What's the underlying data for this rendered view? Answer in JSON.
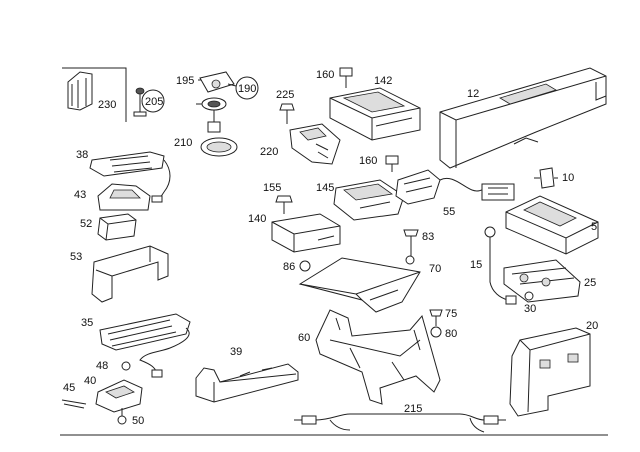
{
  "labels": {
    "p230": "230",
    "p205": "205",
    "p195": "195",
    "p190": "190",
    "p225": "225",
    "p160a": "160",
    "p142": "142",
    "p12": "12",
    "p210": "210",
    "p220": "220",
    "p38": "38",
    "p43": "43",
    "p52": "52",
    "p53": "53",
    "p35": "35",
    "p48": "48",
    "p40": "40",
    "p45": "45",
    "p50": "50",
    "p39": "39",
    "p155": "155",
    "p145": "145",
    "p160b": "160",
    "p140": "140",
    "p86": "86",
    "p83": "83",
    "p70": "70",
    "p55": "55",
    "p10": "10",
    "p5": "5",
    "p15": "15",
    "p25": "25",
    "p30": "30",
    "p75": "75",
    "p80": "80",
    "p60": "60",
    "p20": "20",
    "p215": "215"
  }
}
